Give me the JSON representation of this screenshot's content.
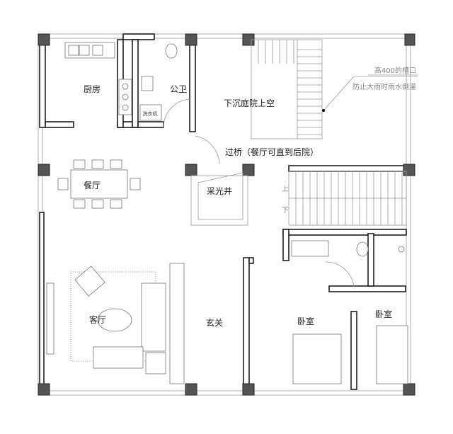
{
  "rooms": {
    "kitchen": "厨房",
    "public_bathroom": "公卫",
    "washing_machine": "洗衣机",
    "sunken_courtyard_void": "下沉庭院上空",
    "bridge": "过桥（餐厅可直到后院）",
    "dining": "餐厅",
    "light_well": "采光井",
    "living": "客厅",
    "entrance": "玄关",
    "bedroom_1": "卧室",
    "bedroom_2": "卧室"
  },
  "stairs": {
    "up": "上",
    "down": "下"
  },
  "annotation": {
    "line1": "高400的槽口",
    "line2": "防止大雨时雨水倒灌"
  }
}
